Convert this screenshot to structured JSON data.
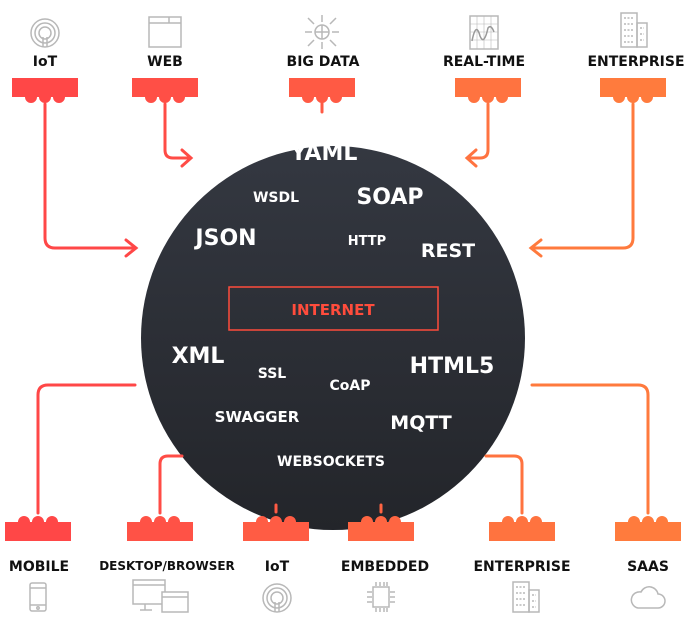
{
  "colors": {
    "circle": "#2b2e34",
    "red": "#ff4545",
    "orange": "#ff7a3d",
    "icon": "#b8b8b8"
  },
  "top": [
    {
      "label": "IoT",
      "icon": "iot-signal-icon"
    },
    {
      "label": "WEB",
      "icon": "browser-window-icon"
    },
    {
      "label": "BIG DATA",
      "icon": "globe-arrows-icon"
    },
    {
      "label": "REAL-TIME",
      "icon": "chart-grid-icon"
    },
    {
      "label": "ENTERPRISE",
      "icon": "building-icon"
    }
  ],
  "bottom": [
    {
      "label": "MOBILE",
      "icon": "phone-icon"
    },
    {
      "label": "DESKTOP/BROWSER",
      "icon": "desktop-browser-icon"
    },
    {
      "label": "IoT",
      "icon": "iot-signal-icon"
    },
    {
      "label": "EMBEDDED",
      "icon": "chip-icon"
    },
    {
      "label": "ENTERPRISE",
      "icon": "building-icon"
    },
    {
      "label": "SAAS",
      "icon": "cloud-icon"
    }
  ],
  "center": {
    "label": "INTERNET"
  },
  "protocols": [
    "YAML",
    "WSDL",
    "SOAP",
    "JSON",
    "HTTP",
    "REST",
    "XML",
    "SSL",
    "CoAP",
    "HTML5",
    "SWAGGER",
    "MQTT",
    "WEBSOCKETS"
  ]
}
